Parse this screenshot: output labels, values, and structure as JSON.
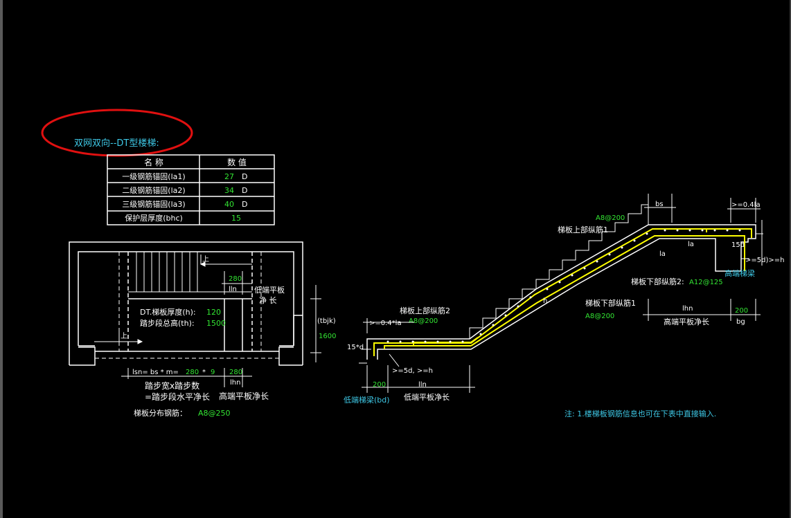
{
  "title": "双网双向--DT型楼梯:",
  "table": {
    "headers": [
      "名  称",
      "数  值"
    ],
    "rows": [
      {
        "name": "一级钢筋锚固(la1)",
        "value": "27",
        "unit": "D"
      },
      {
        "name": "二级钢筋锚固(la2)",
        "value": "34",
        "unit": "D"
      },
      {
        "name": "三级钢筋锚固(la3)",
        "value": "40",
        "unit": "D"
      },
      {
        "name": "保护层厚度(bhc)",
        "value": "15",
        "unit": ""
      }
    ]
  },
  "plan": {
    "up_arrow_top": "上",
    "up_arrow_bottom": "上",
    "dim_280": "280",
    "dim_lln": "lln",
    "low_end_label_1": "低端平板",
    "low_end_label_2": "净  长",
    "thickness_label": "DT.梯板厚度(h):",
    "thickness_value": "120",
    "height_label": "踏步段总高(th):",
    "height_value": "1500",
    "tbjk": "(tbjk)",
    "dim_1600": "1600",
    "lsn_prefix": "lsn= bs * m=",
    "lsn_bs": "280",
    "lsn_star": "*",
    "lsn_m": "9",
    "dim_280_b": "280",
    "dim_lhn": "lhn",
    "formula_line1": "踏步宽x踏步数",
    "formula_line2": "=踏步段水平净长",
    "high_end_label": "高端平板净长",
    "dist_label": "梯板分布钢筋：",
    "dist_value": "A8@250"
  },
  "section": {
    "bs": "bs",
    "dim_04la_top": ">=0.4la",
    "a8_200_top": "A8@200",
    "upper_bar_1": "梯板上部纵筋1",
    "la_1": "la",
    "la_2": "la",
    "dim_15d_right": "15d",
    "dim_5d_right": ">=5d)>=h",
    "high_beam": "高端梯梁",
    "lower_bar_2": "梯板下部纵筋2:",
    "lower_bar_2_value": "A12@125",
    "h_mark": "h",
    "lower_bar_1": "梯板下部纵筋1",
    "a8_200_mid": "A8@200",
    "dim_lhn": "lhn",
    "dim_200_right": "200",
    "high_plate_len": "高端平板净长",
    "dim_bg": "bg",
    "upper_bar_2": "梯板上部纵筋2",
    "a8_200_left": "A8@200",
    "dim_04la_left": ">=0.4*la",
    "dim_15d_left": "15*d",
    "dim_5d_left": ">=5d, >=h",
    "dim_200_left": "200",
    "dim_lln": "lln",
    "low_beam": "低端梯梁(bd)",
    "low_plate_len": "低端平板净长"
  },
  "note": "注: 1.楼梯板钢筋信息也可在下表中直接输入.",
  "colors": {
    "title": "#3ec8e6",
    "green": "#33e633",
    "white": "#ffffff",
    "rebar": "#ffff00",
    "highlight": "#e01010",
    "cyan": "#3ec8e6"
  }
}
